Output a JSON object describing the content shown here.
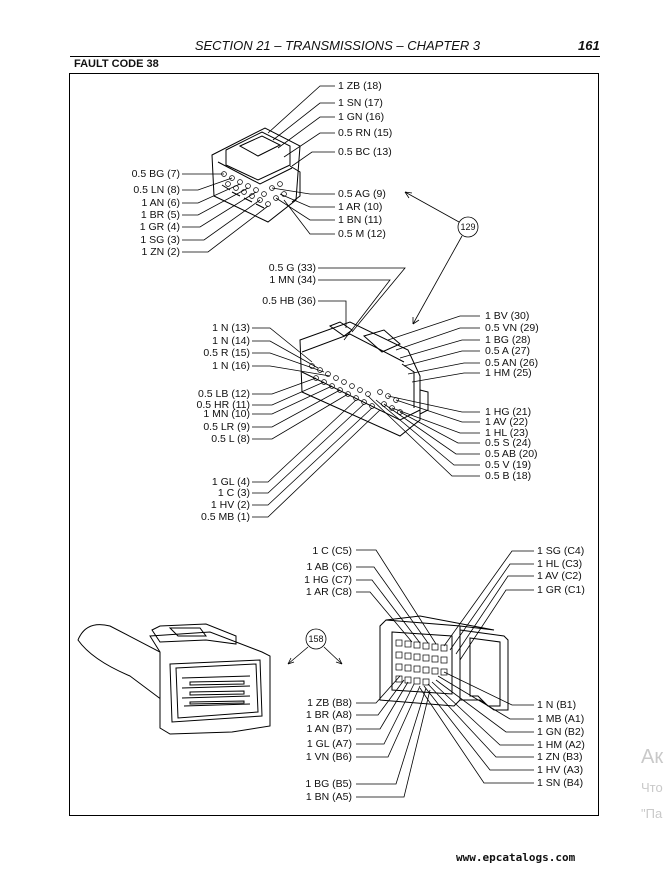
{
  "header": {
    "title": "SECTION 21 – TRANSMISSIONS – CHAPTER 3",
    "page": "161"
  },
  "fault_code": "FAULT CODE 38",
  "callouts": {
    "c129": "129",
    "c158": "158"
  },
  "connector1": {
    "top": [
      "1 ZB (18)",
      "1 SN (17)",
      "1 GN (16)",
      "0.5 RN (15)",
      "0.5 BC (13)"
    ],
    "right": [
      "0.5 AG (9)",
      "1 AR (10)",
      "1 BN (11)",
      "0.5 M (12)"
    ],
    "left": [
      "0.5 BG (7)",
      "0.5 LN (8)",
      "1 AN (6)",
      "1 BR (5)",
      "1 GR (4)",
      "1 SG (3)",
      "1 ZN (2)"
    ]
  },
  "connector2": {
    "top": [
      "0.5 G (33)",
      "1 MN (34)"
    ],
    "hb": "0.5 HB (36)",
    "left_upper": [
      "1 N (13)",
      "1 N (14)",
      "0.5 R (15)",
      "1 N (16)"
    ],
    "left_mid": [
      "0.5 LB (12)",
      "0.5 HR (11)",
      "1 MN (10)",
      "0.5 LR (9)",
      "0.5 L (8)"
    ],
    "left_lower": [
      "1 GL (4)",
      "1 C (3)",
      "1 HV (2)",
      "0.5 MB (1)"
    ],
    "right_upper": [
      "1 BV (30)",
      "0.5 VN (29)",
      "1 BG (28)",
      "0.5 A (27)",
      "0.5 AN (26)",
      "1 HM (25)"
    ],
    "right_lower": [
      "1 HG (21)",
      "1 AV (22)",
      "1 HL (23)",
      "0.5 S (24)",
      "0.5 AB (20)",
      "0.5 V (19)",
      "0.5 B (18)"
    ]
  },
  "connector3": {
    "top_left": [
      "1 C (C5)",
      "1 AB (C6)",
      "1 HG (C7)",
      "1 AR (C8)"
    ],
    "top_right": [
      "1 SG (C4)",
      "1 HL (C3)",
      "1 AV (C2)",
      "1 GR (C1)"
    ],
    "bottom_left": [
      "1 ZB (B8)",
      "1 BR (A8)",
      "1 AN (B7)",
      "1 GL (A7)",
      "1 VN (B6)",
      "1 BG (B5)",
      "1 BN (A5)"
    ],
    "bottom_right": [
      "1 N (B1)",
      "1 MB (A1)",
      "1 GN (B2)",
      "1 HM (A2)",
      "1 ZN (B3)",
      "1 HV (A3)",
      "1 SN (B4)"
    ]
  },
  "watermark": [
    "Ак",
    "Что",
    "\"Па"
  ],
  "footer": "www.epcatalogs.com"
}
